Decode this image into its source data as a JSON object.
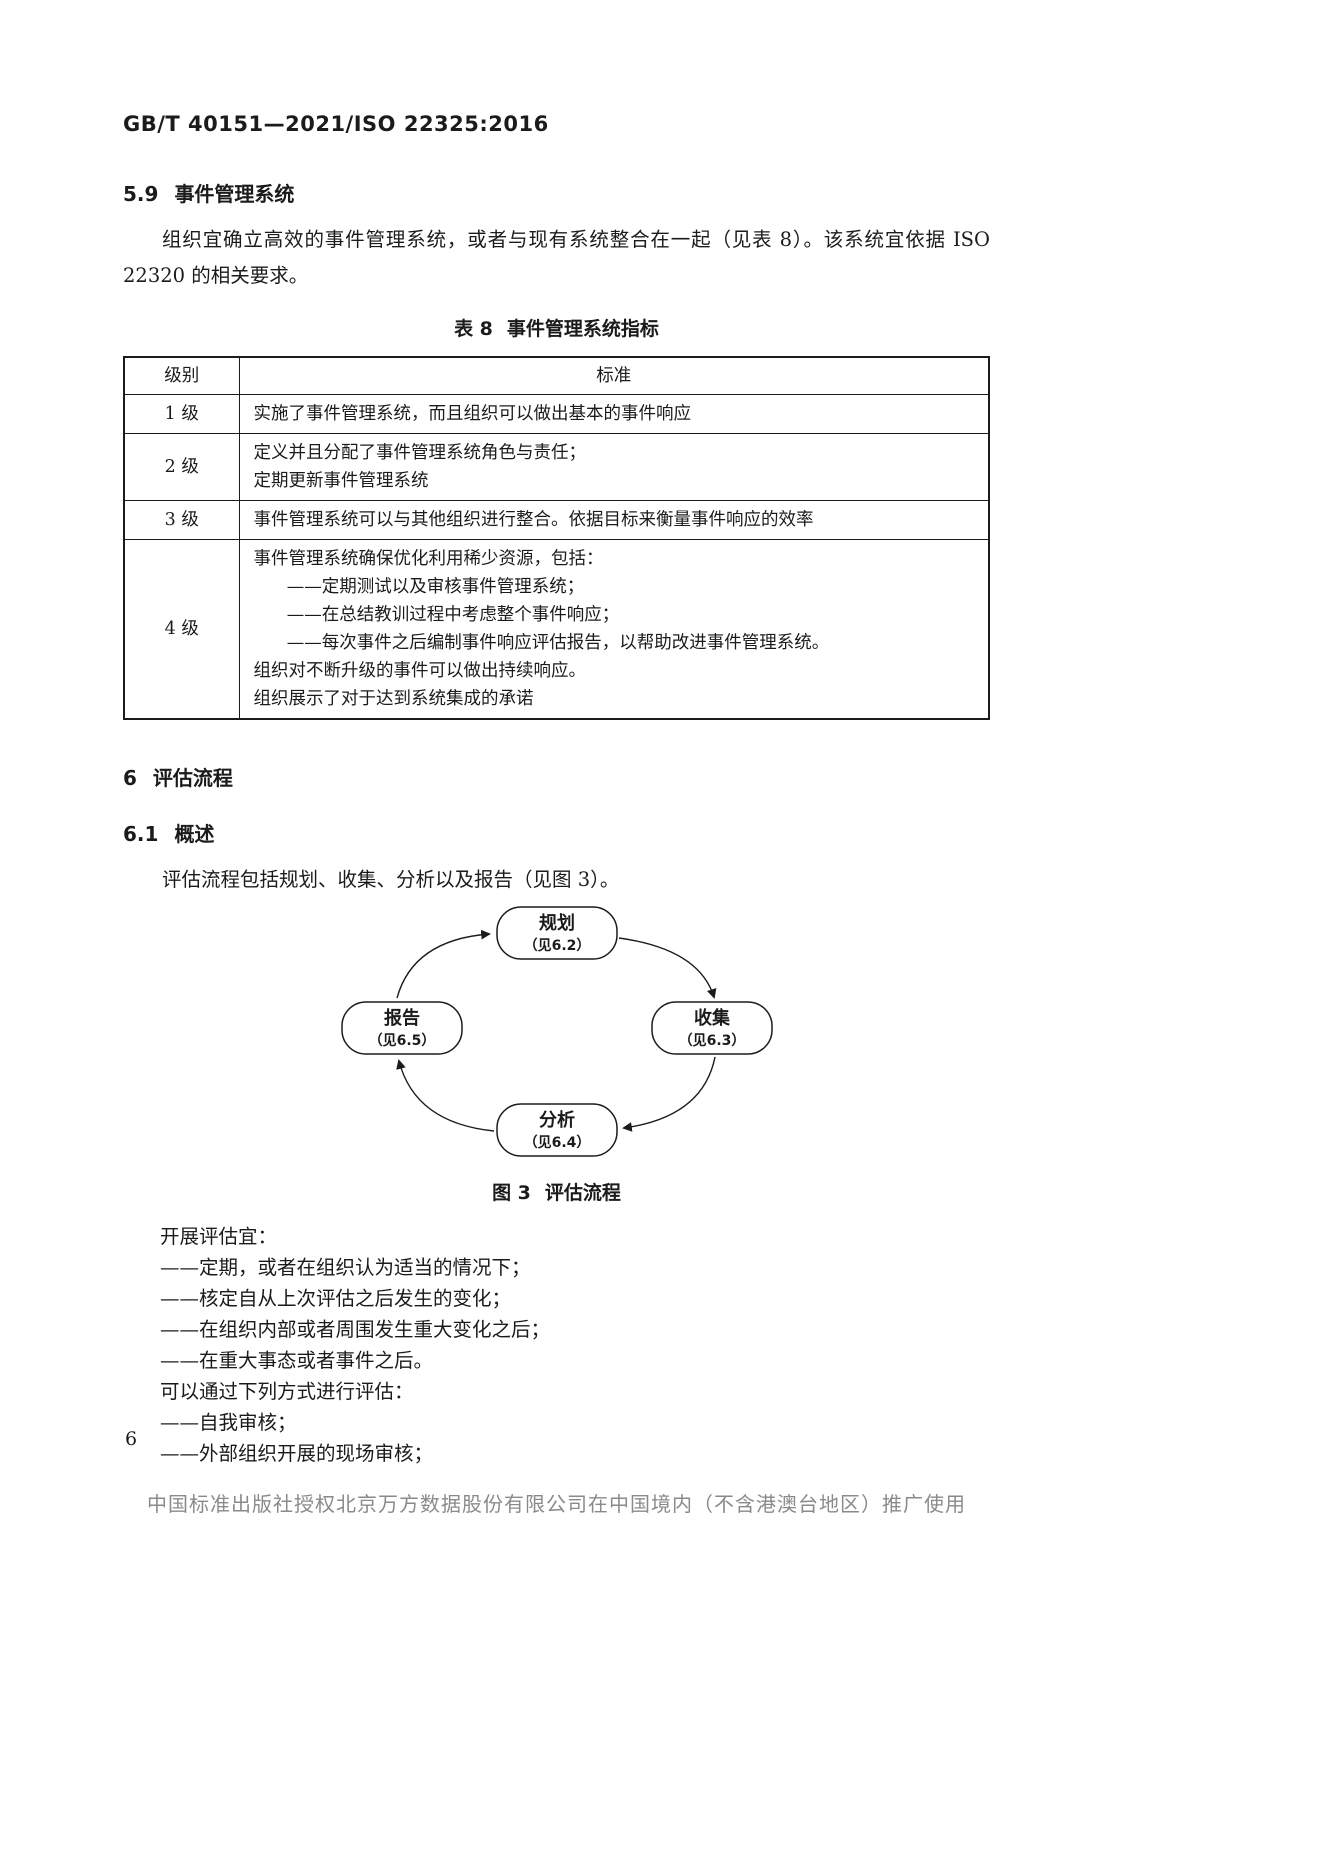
{
  "header": {
    "doc_number": "GB/T 40151—2021/ISO 22325:2016"
  },
  "section_5_9": {
    "number": "5.9",
    "title": "事件管理系统",
    "paragraph": "组织宜确立高效的事件管理系统，或者与现有系统整合在一起（见表 8）。该系统宜依据 ISO 22320 的相关要求。"
  },
  "table8": {
    "label": "表 8",
    "title": "事件管理系统指标",
    "columns": [
      "级别",
      "标准"
    ],
    "rows": [
      {
        "level": "1 级",
        "criteria": [
          "实施了事件管理系统，而且组织可以做出基本的事件响应"
        ]
      },
      {
        "level": "2 级",
        "criteria": [
          "定义并且分配了事件管理系统角色与责任；",
          "定期更新事件管理系统"
        ]
      },
      {
        "level": "3 级",
        "criteria": [
          "事件管理系统可以与其他组织进行整合。依据目标来衡量事件响应的效率"
        ]
      },
      {
        "level": "4 级",
        "criteria": [
          "事件管理系统确保优化利用稀少资源，包括：",
          "——定期测试以及审核事件管理系统；",
          "——在总结教训过程中考虑整个事件响应；",
          "——每次事件之后编制事件响应评估报告，以帮助改进事件管理系统。",
          "组织对不断升级的事件可以做出持续响应。",
          "组织展示了对于达到系统集成的承诺"
        ]
      }
    ]
  },
  "section_6": {
    "number": "6",
    "title": "评估流程"
  },
  "section_6_1": {
    "number": "6.1",
    "title": "概述",
    "paragraph": "评估流程包括规划、收集、分析以及报告（见图 3）。"
  },
  "figure3": {
    "label": "图 3",
    "title": "评估流程",
    "nodes": [
      {
        "label": "规划",
        "ref": "（见6.2）"
      },
      {
        "label": "收集",
        "ref": "（见6.3）"
      },
      {
        "label": "分析",
        "ref": "（见6.4）"
      },
      {
        "label": "报告",
        "ref": "（见6.5）"
      }
    ]
  },
  "assessment_list": {
    "intro1": "开展评估宜：",
    "items1": [
      "——定期，或者在组织认为适当的情况下；",
      "——核定自从上次评估之后发生的变化；",
      "——在组织内部或者周围发生重大变化之后；",
      "——在重大事态或者事件之后。"
    ],
    "intro2": "可以通过下列方式进行评估：",
    "items2": [
      "——自我审核；",
      "——外部组织开展的现场审核；"
    ]
  },
  "footer": {
    "page_number": "6",
    "watermark": "中国标准出版社授权北京万方数据股份有限公司在中国境内（不含港澳台地区）推广使用"
  }
}
